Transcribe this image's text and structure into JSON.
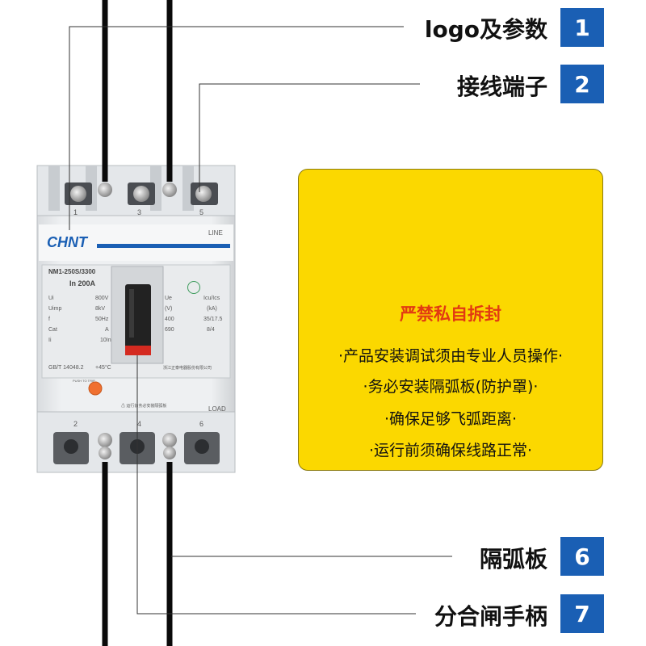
{
  "callouts": [
    {
      "label": "logo及参数",
      "number": "1"
    },
    {
      "label": "接线端子",
      "number": "2"
    },
    {
      "label": "隔弧板",
      "number": "6"
    },
    {
      "label": "分合闸手柄",
      "number": "7"
    }
  ],
  "warning_panel": {
    "title": "严禁私自拆封",
    "lines": [
      "·产品安装调试须由专业人员操作·",
      "·务必安装隔弧板(防护罩)·",
      "·确保足够飞弧距离·",
      "·运行前须确保线路正常·"
    ],
    "colors": {
      "background": "#fbd800",
      "triangle": "#e23a12",
      "title": "#e23a12"
    },
    "icon": "warning-triangle-icon"
  },
  "breaker": {
    "brand": "CHNT",
    "model": "NM1-250S/3300",
    "rating": "In 200A",
    "left_params": [
      {
        "label": "Ui",
        "value": "800V"
      },
      {
        "label": "Uimp",
        "value": "8kV"
      },
      {
        "label": "f",
        "value": "50Hz"
      },
      {
        "label": "Cat",
        "value": "A"
      },
      {
        "label": "Ii",
        "value": "10In"
      }
    ],
    "right_header": {
      "left": "Ue",
      "right": "Icu/Ics"
    },
    "right_units": {
      "left": "(V)",
      "right": "(kA)"
    },
    "right_params": [
      {
        "left": "400",
        "right": "35/17.5"
      },
      {
        "left": "690",
        "right": "8/4"
      }
    ],
    "standard": "GB/T 14048.2",
    "temperature": "+45°C",
    "manufacturer": "浙江正泰电器股份有限公司",
    "push_to_trip": "PUSH TO TRIP",
    "arc_notice": "⚠ 运行前务必安装隔弧板",
    "line_label": "LINE",
    "load_label": "LOAD",
    "top_terminals": [
      "1",
      "3",
      "5"
    ],
    "bottom_terminals": [
      "2",
      "4",
      "6"
    ],
    "colors": {
      "brand_blue": "#1a5fb4",
      "handle": "#222222",
      "handle_red": "#d42a20",
      "button": "#f07030"
    }
  }
}
